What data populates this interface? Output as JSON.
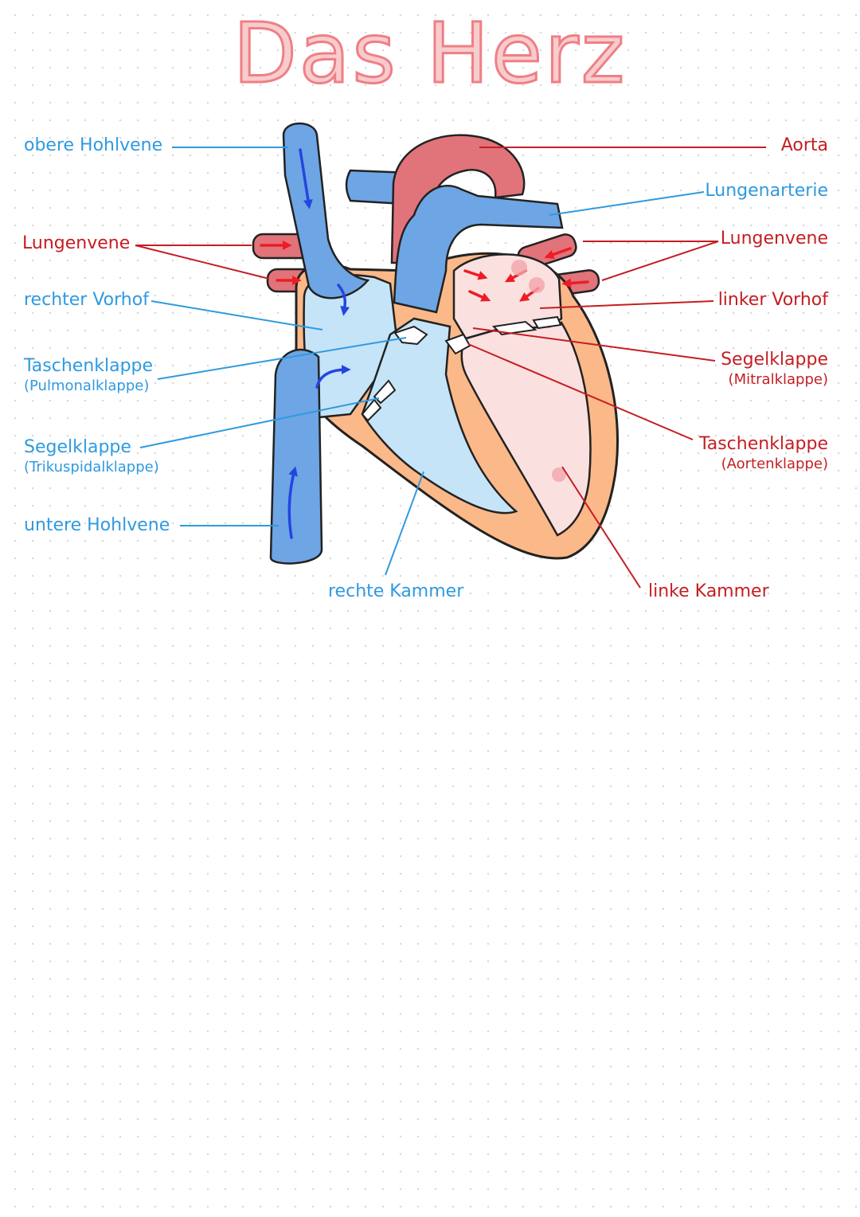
{
  "title": "Das Herz",
  "colors": {
    "title_fill": "#f8cccc",
    "title_outline": "#ef7f86",
    "deoxygenated": "#6ea5e4",
    "oxygenated": "#e1737a",
    "right_heart_interior": "#c5e4f8",
    "left_heart_interior": "#fbe0e0",
    "heart_wall": "#fbb888",
    "blue_label": "#2f9ae0",
    "red_label": "#c41e23",
    "flow_arrow_blue": "#2545e0",
    "flow_arrow_red": "#ee1c25"
  },
  "labels": {
    "obere_hohlvene": "obere Hohlvene",
    "lungenvene_left": "Lungenvene",
    "rechter_vorhof": "rechter Vorhof",
    "taschenklappe_pulmonal": "Taschenklappe",
    "taschenklappe_pulmonal_sub": "(Pulmonalklappe)",
    "segelklappe_trikuspidal": "Segelklappe",
    "segelklappe_trikuspidal_sub": "(Trikuspidalklappe)",
    "untere_hohlvene": "untere Hohlvene",
    "rechte_kammer": "rechte Kammer",
    "aorta": "Aorta",
    "lungenarterie": "Lungenarterie",
    "lungenvene_right": "Lungenvene",
    "linker_vorhof": "linker Vorhof",
    "segelklappe_mitral": "Segelklappe",
    "segelklappe_mitral_sub": "(Mitralklappe)",
    "taschenklappe_aorten": "Taschenklappe",
    "taschenklappe_aorten_sub": "(Aortenklappe)",
    "linke_kammer": "linke Kammer"
  }
}
